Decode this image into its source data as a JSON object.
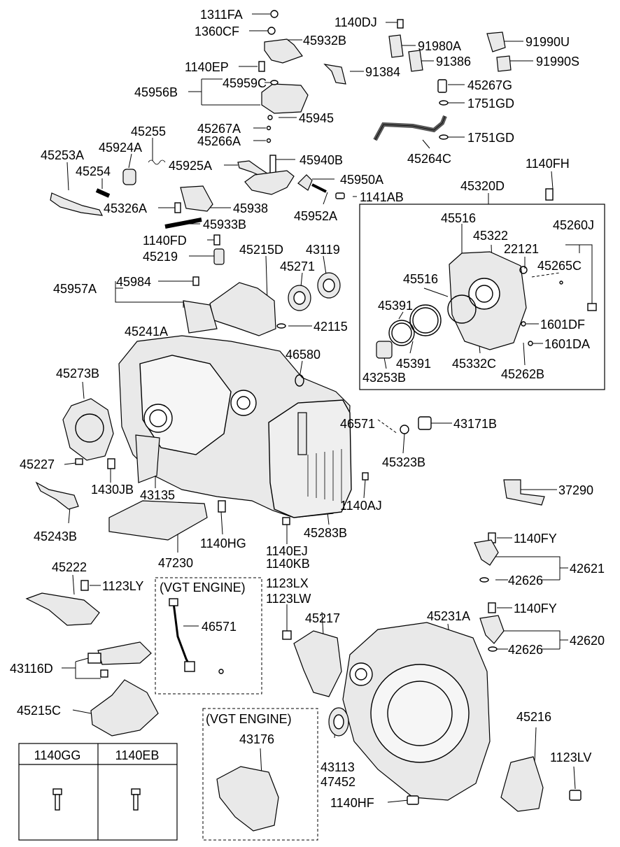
{
  "callouts": [
    {
      "name": "1311FA",
      "text": "1311FA"
    },
    {
      "name": "1360CF",
      "text": "1360CF"
    },
    {
      "name": "45932B",
      "text": "45932B"
    },
    {
      "name": "1140DJ",
      "text": "1140DJ"
    },
    {
      "name": "91980A",
      "text": "91980A"
    },
    {
      "name": "91990U",
      "text": "91990U"
    },
    {
      "name": "91386",
      "text": "91386"
    },
    {
      "name": "91990S",
      "text": "91990S"
    },
    {
      "name": "1140EP",
      "text": "1140EP"
    },
    {
      "name": "91384",
      "text": "91384"
    },
    {
      "name": "45959C",
      "text": "45959C"
    },
    {
      "name": "45267G",
      "text": "45267G"
    },
    {
      "name": "45956B",
      "text": "45956B"
    },
    {
      "name": "1751GD-1",
      "text": "1751GD"
    },
    {
      "name": "45945",
      "text": "45945"
    },
    {
      "name": "45255",
      "text": "45255"
    },
    {
      "name": "45267A",
      "text": "45267A"
    },
    {
      "name": "1751GD-2",
      "text": "1751GD"
    },
    {
      "name": "45266A",
      "text": "45266A"
    },
    {
      "name": "45253A",
      "text": "45253A"
    },
    {
      "name": "45924A",
      "text": "45924A"
    },
    {
      "name": "45940B",
      "text": "45940B"
    },
    {
      "name": "45264C",
      "text": "45264C"
    },
    {
      "name": "45254",
      "text": "45254"
    },
    {
      "name": "45925A",
      "text": "45925A"
    },
    {
      "name": "1140FH",
      "text": "1140FH"
    },
    {
      "name": "45950A",
      "text": "45950A"
    },
    {
      "name": "45320D",
      "text": "45320D"
    },
    {
      "name": "1141AB",
      "text": "1141AB"
    },
    {
      "name": "45326A",
      "text": "45326A"
    },
    {
      "name": "45938",
      "text": "45938"
    },
    {
      "name": "45952A",
      "text": "45952A"
    },
    {
      "name": "45933B",
      "text": "45933B"
    },
    {
      "name": "45516-1",
      "text": "45516"
    },
    {
      "name": "45260J",
      "text": "45260J"
    },
    {
      "name": "1140FD",
      "text": "1140FD"
    },
    {
      "name": "45322",
      "text": "45322"
    },
    {
      "name": "45215D",
      "text": "45215D"
    },
    {
      "name": "43119",
      "text": "43119"
    },
    {
      "name": "22121",
      "text": "22121"
    },
    {
      "name": "45219",
      "text": "45219"
    },
    {
      "name": "45265C",
      "text": "45265C"
    },
    {
      "name": "45271",
      "text": "45271"
    },
    {
      "name": "45516-2",
      "text": "45516"
    },
    {
      "name": "45984",
      "text": "45984"
    },
    {
      "name": "45957A",
      "text": "45957A"
    },
    {
      "name": "45391-1",
      "text": "45391"
    },
    {
      "name": "42115",
      "text": "42115"
    },
    {
      "name": "1601DF",
      "text": "1601DF"
    },
    {
      "name": "45241A",
      "text": "45241A"
    },
    {
      "name": "1601DA",
      "text": "1601DA"
    },
    {
      "name": "46580",
      "text": "46580"
    },
    {
      "name": "45391-2",
      "text": "45391"
    },
    {
      "name": "45332C",
      "text": "45332C"
    },
    {
      "name": "45273B",
      "text": "45273B"
    },
    {
      "name": "43253B",
      "text": "43253B"
    },
    {
      "name": "45262B",
      "text": "45262B"
    },
    {
      "name": "46571-1",
      "text": "46571"
    },
    {
      "name": "43171B",
      "text": "43171B"
    },
    {
      "name": "45323B",
      "text": "45323B"
    },
    {
      "name": "45227",
      "text": "45227"
    },
    {
      "name": "1430JB",
      "text": "1430JB"
    },
    {
      "name": "43135",
      "text": "43135"
    },
    {
      "name": "37290",
      "text": "37290"
    },
    {
      "name": "1140AJ",
      "text": "1140AJ"
    },
    {
      "name": "45283B",
      "text": "45283B"
    },
    {
      "name": "45243B",
      "text": "45243B"
    },
    {
      "name": "1140HG",
      "text": "1140HG"
    },
    {
      "name": "1140EJ",
      "text": "1140EJ"
    },
    {
      "name": "1140FY-1",
      "text": "1140FY"
    },
    {
      "name": "47230",
      "text": "47230"
    },
    {
      "name": "1140KB",
      "text": "1140KB"
    },
    {
      "name": "42621",
      "text": "42621"
    },
    {
      "name": "45222",
      "text": "45222"
    },
    {
      "name": "1123LY",
      "text": "1123LY"
    },
    {
      "name": "42626-1",
      "text": "42626"
    },
    {
      "name": "1123LX",
      "text": "1123LX"
    },
    {
      "name": "1123LW",
      "text": "1123LW"
    },
    {
      "name": "1140FY-2",
      "text": "1140FY"
    },
    {
      "name": "45217",
      "text": "45217"
    },
    {
      "name": "45231A",
      "text": "45231A"
    },
    {
      "name": "46571-2",
      "text": "46571"
    },
    {
      "name": "42620",
      "text": "42620"
    },
    {
      "name": "42626-2",
      "text": "42626"
    },
    {
      "name": "43116D",
      "text": "43116D"
    },
    {
      "name": "45215C",
      "text": "45215C"
    },
    {
      "name": "45216",
      "text": "45216"
    },
    {
      "name": "43176",
      "text": "43176"
    },
    {
      "name": "1123LV",
      "text": "1123LV"
    },
    {
      "name": "43113",
      "text": "43113"
    },
    {
      "name": "47452",
      "text": "47452"
    },
    {
      "name": "1140HF",
      "text": "1140HF"
    }
  ],
  "notes": {
    "vgt_engine_1": "(VGT ENGINE)",
    "vgt_engine_2": "(VGT ENGINE)"
  },
  "table": {
    "headers": [
      "1140GG",
      "1140EB"
    ]
  }
}
